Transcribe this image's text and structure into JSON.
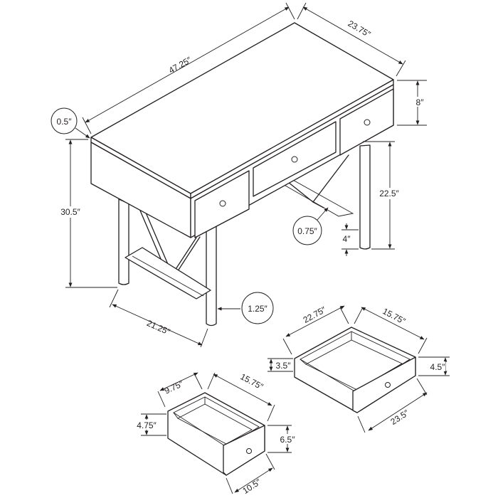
{
  "desk": {
    "width": "47.25″",
    "depth": "23.75″",
    "drawer_height": "8″",
    "top_thickness": "0.5″",
    "overall_height": "30.5″",
    "leg_clearance": "22.5″",
    "frame_thickness": "0.75″",
    "foot_height": "4″",
    "leg_diameter": "1.25″",
    "side_depth": "21.25″"
  },
  "large_drawer": {
    "depth": "22.75″",
    "width": "15.75″",
    "inner_height": "3.5″",
    "front_height": "4.5″",
    "front_width": "23.5″"
  },
  "small_drawer": {
    "depth": "9.75″",
    "width": "15.75″",
    "inner_height": "4.75″",
    "front_height": "6.5″",
    "front_width": "10.5″"
  }
}
